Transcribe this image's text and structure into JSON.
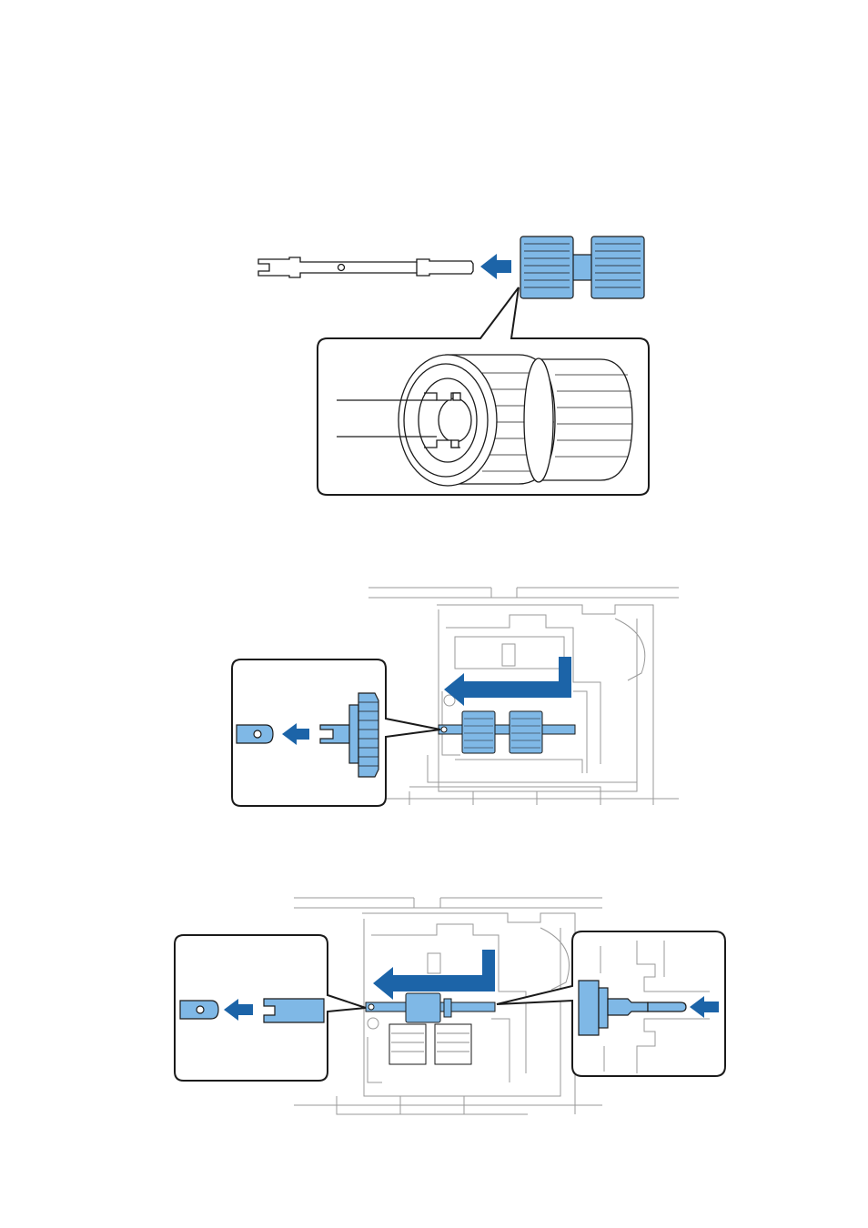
{
  "page": {
    "kind": "manual illustration page (no visible text)"
  },
  "colors": {
    "roller_blue": "#7fb8e6",
    "arrow_blue": "#1c64a8",
    "line": "#1a1a1a",
    "faint_line": "#9a9a9a"
  },
  "figures": {
    "fig1": {
      "icon": "roller-assembly-illustration"
    },
    "fig2": {
      "icon": "install-shaft-illustration"
    },
    "fig3": {
      "icon": "attach-roller-illustration"
    }
  }
}
